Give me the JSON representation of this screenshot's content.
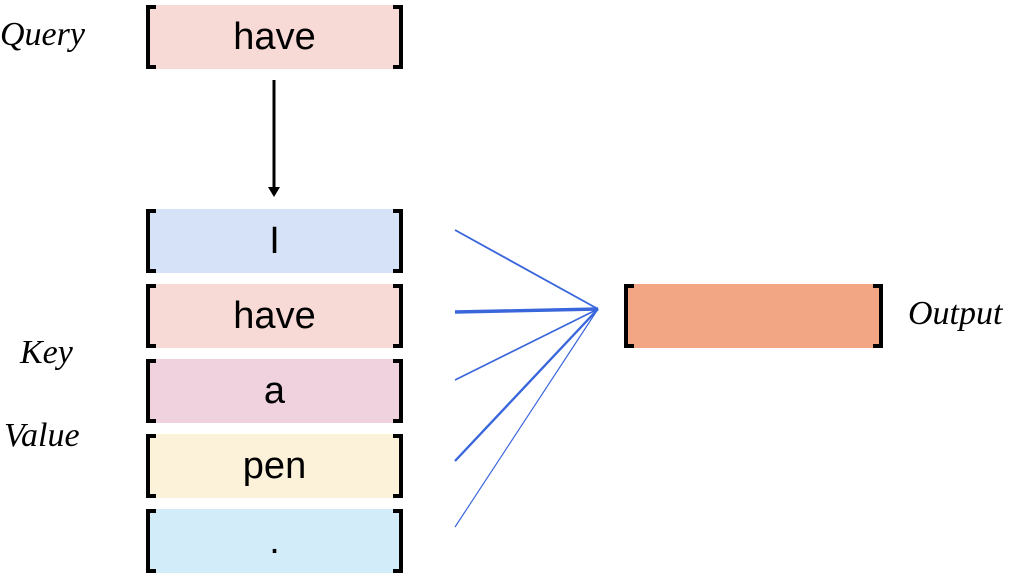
{
  "labels": {
    "query": "Query",
    "key": "Key",
    "value": "Value",
    "output": "Output"
  },
  "query_token": {
    "text": "have",
    "color": "#f7d9d6"
  },
  "tokens": [
    {
      "text": "I",
      "color": "#d5e2f7"
    },
    {
      "text": "have",
      "color": "#f7d9d6"
    },
    {
      "text": "a",
      "color": "#f0d2de"
    },
    {
      "text": "pen",
      "color": "#fcf1d9"
    },
    {
      "text": ".",
      "color": "#d2edf9"
    }
  ],
  "output_color": "#f2a683",
  "line_color": "#3a66dc",
  "attention_weights": [
    0.4,
    1.0,
    0.3,
    0.6,
    0.15
  ]
}
